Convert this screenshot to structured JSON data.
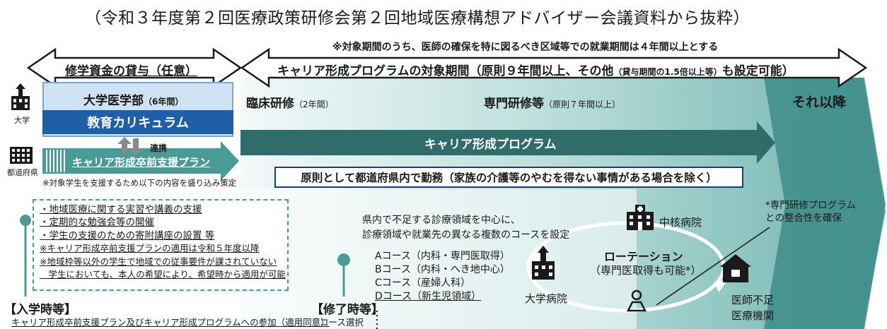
{
  "caption": "（令和３年度第２回医療政策研修会第２回地域医療構想アドバイザー会議資料から抜粋）",
  "top_note": "※対象期間のうち、医師の確保を特に図るべき区域等での就業期間は４年間以上とする",
  "arrows": {
    "loan": "修学資金の貸与（任意）",
    "career_period_main": "キャリア形成プログラムの対象期間（原則９年間以上、その他",
    "career_period_small": "（貸与期間の1.5倍以上等）",
    "career_period_end": "も設定可能）"
  },
  "stages": {
    "university": "大学医学部",
    "university_years": "（6年間）",
    "clinical": "臨床研修",
    "clinical_years": "（2年間）",
    "specialist": "専門研修等",
    "specialist_years": "（原則７年間以上）",
    "after": "それ以降"
  },
  "curriculum": "教育カリキュラム",
  "career_program": "キャリア形成プログラム",
  "icons": {
    "university_label": "大学",
    "prefecture_label": "都道府県",
    "cooperation": "連携"
  },
  "pre_grad_plan": "キャリア形成卒前支援プラン",
  "pre_grad_note": "※対象学生を支援するため以下の内容を盛り込み策定",
  "work_in_prefecture": "原則として都道府県内で勤務（家族の介護等のやむを得ない事情がある場合を除く）",
  "plan_items": [
    "・地域医療に関する実習や講義の支援",
    "・定期的な勉強会等の開催",
    "・学生の支援のための寄附講座の設置 等",
    "※キャリア形成卒前支援プランの適用は令和５年度以降",
    "※地域枠等以外の学生で地域での従事要件が課されていない",
    "　学生においても、本人の希望により、希望時から適用が可能"
  ],
  "entry": {
    "title": "【入学時等】",
    "text": "キャリア形成卒前支援プラン及びキャリア形成プログラムへの参加（適用同意）"
  },
  "completion": {
    "title": "【修了時等】",
    "text": "コース選択"
  },
  "courses_intro": [
    "県内で不足する診療領域を中心に、",
    "診療領域や就業先の異なる複数のコースを設定"
  ],
  "courses": [
    "Aコース（内科・専門医取得）",
    "Bコース（内科・へき地中心）",
    "Cコース（産婦人科）",
    "Dコース（新生児領域）"
  ],
  "rotation": {
    "title": "ローテーション",
    "sub": "（専門医取得も可能*）",
    "core_hospital": "中核病院",
    "univ_hospital": "大学病院",
    "shortage_facility_1": "医師不足",
    "shortage_facility_2": "医療機関",
    "specialist_note_1": "*専門研修プログラム",
    "specialist_note_2": "との整合性を確保"
  },
  "colors": {
    "teal_dark": "#2f6c6a",
    "teal_mid": "#4a9a96",
    "teal_light": "#cde7e5",
    "navy": "#1f3b73",
    "blue": "#1f5fa7",
    "light_blue": "#cfe2f4"
  }
}
